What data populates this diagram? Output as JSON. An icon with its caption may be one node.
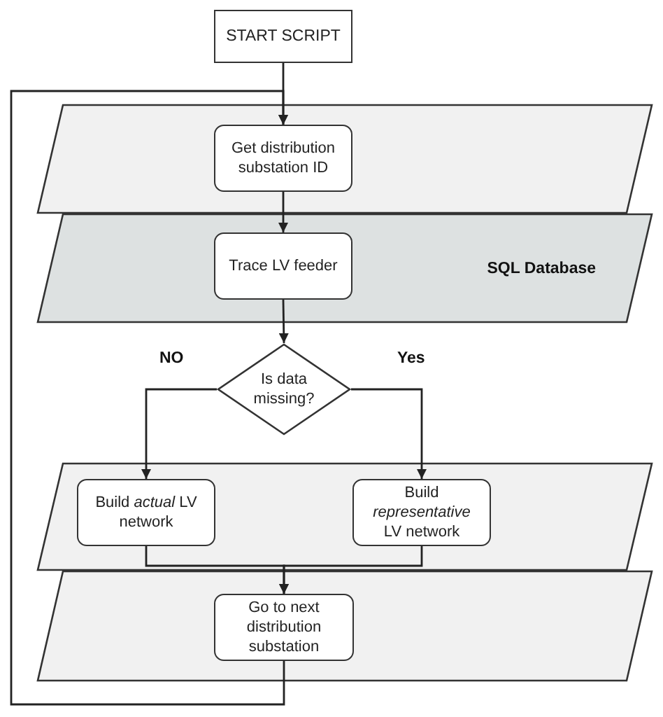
{
  "diagram": {
    "nodes": [
      {
        "text": [
          "START SCRIPT"
        ]
      },
      {
        "text": [],
        "shape": "parallelogram"
      },
      {
        "text": [
          "Get distribution substation ID"
        ],
        "in": 1
      },
      {
        "text": [
          "SQL Database"
        ]
      },
      {
        "text": [
          "Trace LV feeder"
        ],
        "in": 3
      },
      {
        "text": [
          "Is data missing?"
        ]
      },
      {
        "text": [],
        "shape": "parallelogram"
      },
      {
        "text": [
          "Build *actual* LV network"
        ],
        "in": 6
      },
      {
        "text": [
          "Build *representative* LV network"
        ],
        "in": 6
      },
      {
        "text": [],
        "shape": "parallelogram"
      },
      {
        "text": [
          "Go to next distribution substation"
        ],
        "in": 9
      }
    ],
    "edges": [
      {
        "from": 0,
        "to": 2,
        "arrow": "to"
      },
      {
        "from": 2,
        "to": 4,
        "arrow": "to"
      },
      {
        "from": 4,
        "to": 5,
        "arrow": "to"
      },
      {
        "from": 5,
        "to": 7,
        "arrow": "to",
        "label": "NO"
      },
      {
        "from": 5,
        "to": 8,
        "arrow": "to",
        "label": "Yes"
      },
      {
        "from": 7,
        "to": 10,
        "arrow": "to"
      },
      {
        "from": 8,
        "to": 10,
        "arrow": "to"
      },
      {
        "from": 10,
        "to": 2,
        "arrow": "to"
      }
    ]
  }
}
